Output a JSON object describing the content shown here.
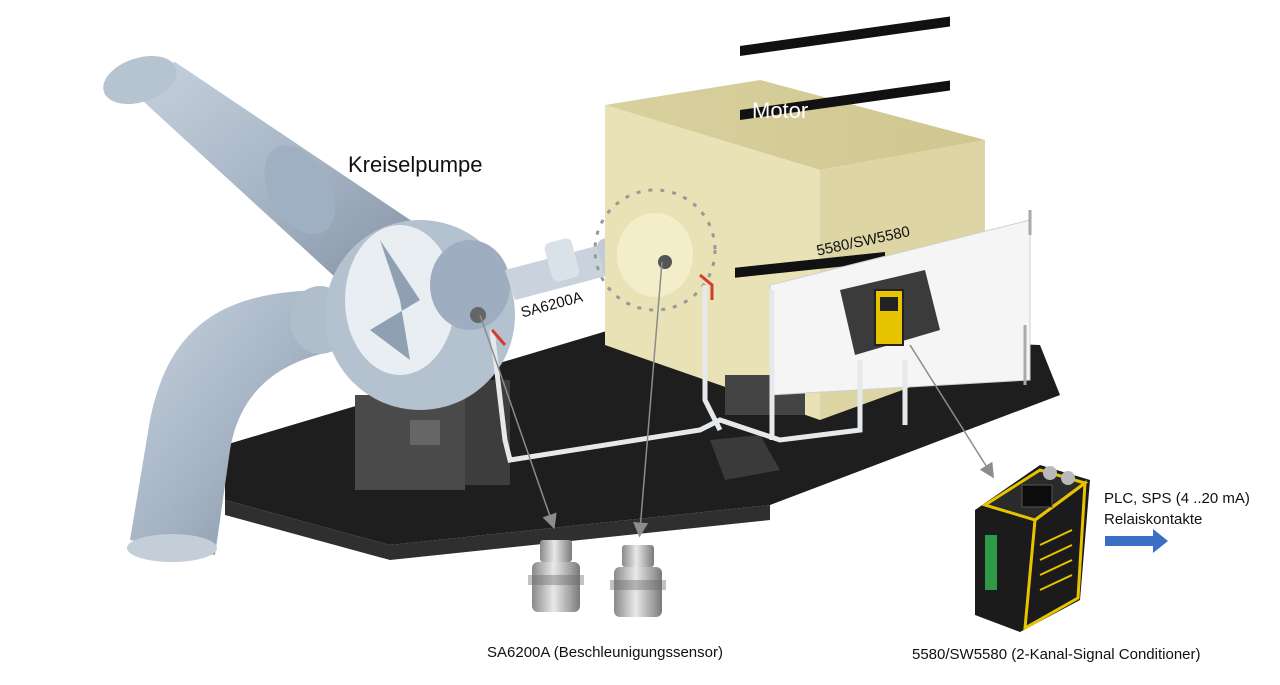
{
  "labels": {
    "pump": "Kreiselpumpe",
    "motor": "Motor",
    "sensor_mount": "SA6200A",
    "conditioner_mount": "5580/SW5580",
    "sensor_caption": "SA6200A (Beschleunigungssensor)",
    "conditioner_caption": "5580/SW5580 (2-Kanal-Signal Conditioner)",
    "output_line1": "PLC, SPS (4 ..20 mA)",
    "output_line2": "Relaiskontakte"
  },
  "colors": {
    "motor_body": "#e8e2b6",
    "motor_side": "#d8d0a0",
    "pump_metal": "#a9b7c7",
    "base": "#1e1e1e",
    "output_arrow": "#3b6fc4",
    "device_yellow": "#e8c400"
  }
}
